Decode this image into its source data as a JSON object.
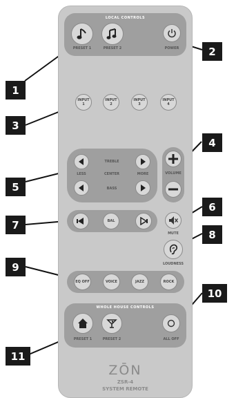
{
  "local_controls": {
    "title": "LOCAL CONTROLS",
    "preset1": "PRESET 1",
    "preset2": "PRESET 2",
    "power": "POWER"
  },
  "inputs": [
    {
      "top": "INPUT",
      "bottom": "1"
    },
    {
      "top": "INPUT",
      "bottom": "2"
    },
    {
      "top": "INPUT",
      "bottom": "3"
    },
    {
      "top": "INPUT",
      "bottom": "4"
    }
  ],
  "tone": {
    "treble": "TREBLE",
    "center": "CENTER",
    "bass": "BASS",
    "less": "LESS",
    "more": "MORE"
  },
  "volume": {
    "label": "VOLUME"
  },
  "balance": {
    "label": "BAL"
  },
  "mute": {
    "label": "MUTE"
  },
  "loudness": {
    "label": "LOUDNESS"
  },
  "eq": [
    "EQ OFF",
    "VOICE",
    "JAZZ",
    "ROCK"
  ],
  "whole_house": {
    "title": "WHOLE HOUSE CONTROLS",
    "preset1": "PRESET 1",
    "preset2": "PRESET 2",
    "all_off": "ALL OFF"
  },
  "brand": {
    "logo": "ZŌN",
    "model": "ZSR-4",
    "subtitle": "SYSTEM REMOTE"
  },
  "callouts": [
    "1",
    "2",
    "3",
    "4",
    "5",
    "6",
    "7",
    "8",
    "9",
    "10",
    "11"
  ],
  "colors": {
    "badge": "#1a1a1a",
    "body": "#c9c9c9",
    "panel": "#9f9f9f"
  }
}
